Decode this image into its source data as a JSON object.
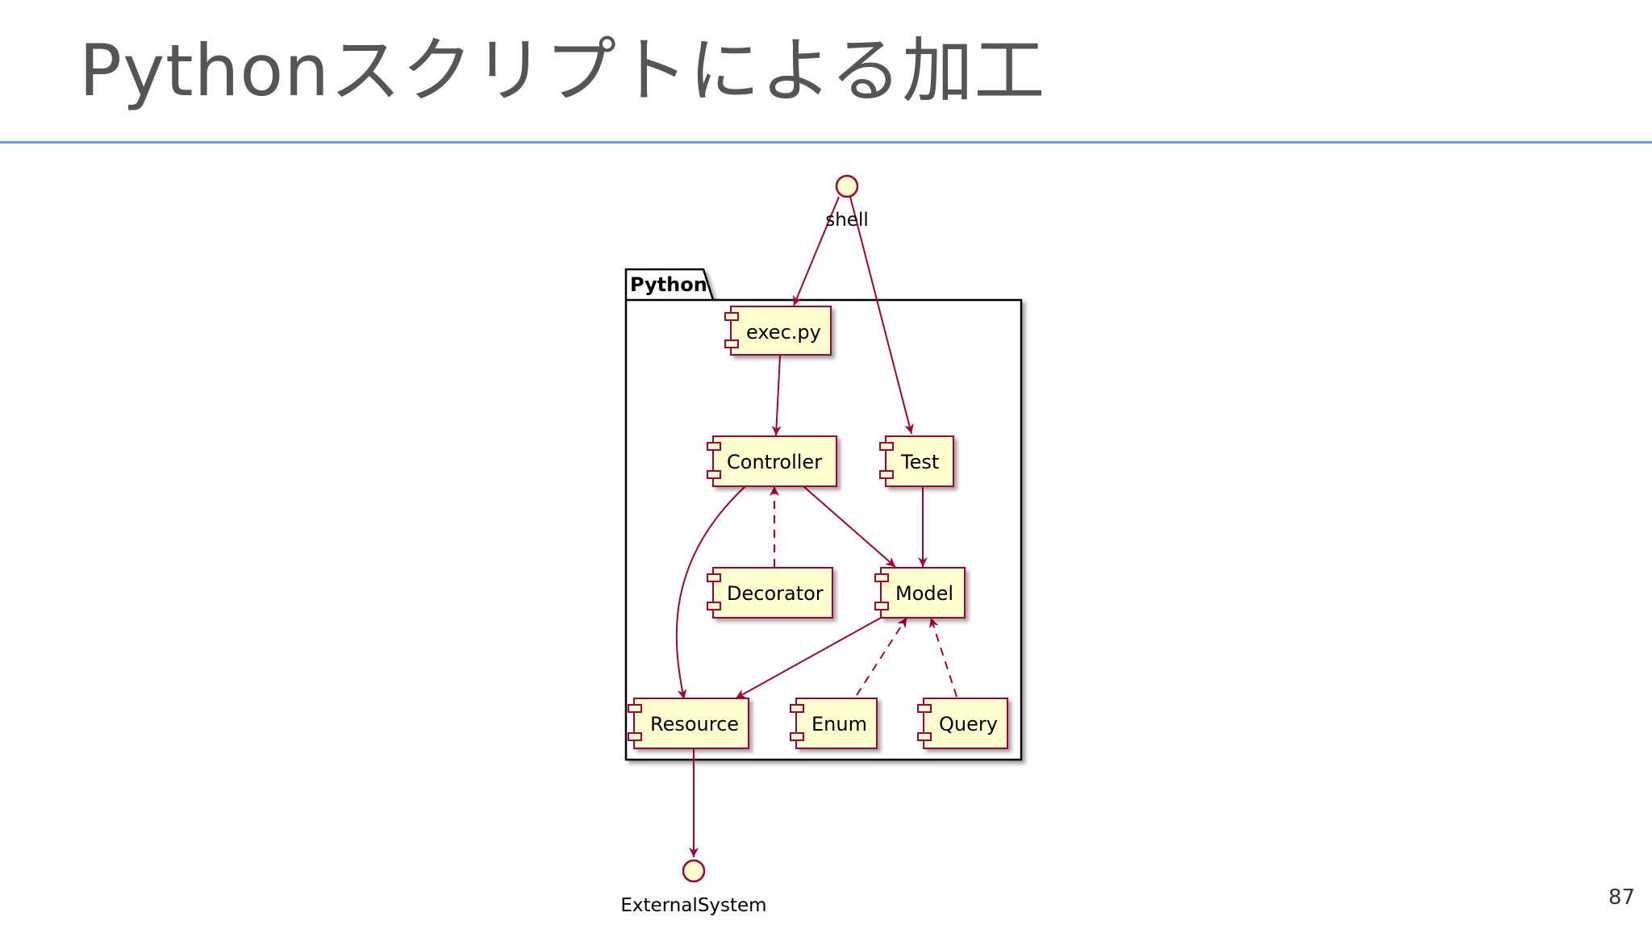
{
  "slide": {
    "title": "Pythonスクリプトによる加工",
    "page_number": "87",
    "accent_color": "#6aa3dc"
  },
  "diagram": {
    "package": {
      "label": "Python"
    },
    "interfaces": {
      "shell": "shell",
      "external": "ExternalSystem"
    },
    "components": {
      "exec": "exec.py",
      "controller": "Controller",
      "test": "Test",
      "decorator": "Decorator",
      "model": "Model",
      "resource": "Resource",
      "enum": "Enum",
      "query": "Query"
    },
    "colors": {
      "component_fill": "#fefece",
      "border": "#a80036",
      "arrow": "#a80036"
    }
  }
}
